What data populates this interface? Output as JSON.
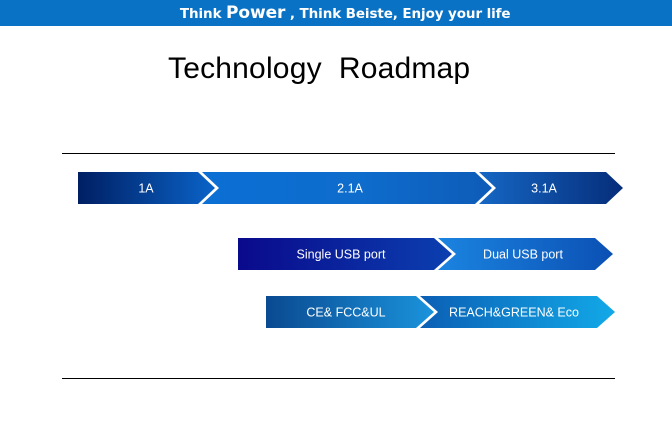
{
  "banner": {
    "prefix": "Think ",
    "emphasis": "Power",
    "suffix": " , Think Beiste, Enjoy your life",
    "background_color": "#0a72c4",
    "text_color": "#ffffff"
  },
  "title": "Technology  Roadmap",
  "rules": {
    "top_label": "top-divider-line",
    "bottom_label": "bottom-divider-line",
    "color": "#000000"
  },
  "chart_data": {
    "type": "diagram",
    "title": "Technology  Roadmap",
    "subtype": "chevron-roadmap",
    "rows": [
      {
        "name": "current-rating",
        "segments": [
          {
            "label": "1A",
            "start_color": "#001f63",
            "end_color": "#0a63c8"
          },
          {
            "label": "2.1A",
            "start_color": "#0b6fd4",
            "end_color": "#0e5bb8"
          },
          {
            "label": "3.1A",
            "start_color": "#1567c4",
            "end_color": "#062d7a"
          }
        ]
      },
      {
        "name": "usb-ports",
        "segments": [
          {
            "label": "Single USB port",
            "start_color": "#0a0a8c",
            "end_color": "#0b3fb0"
          },
          {
            "label": "Dual USB port",
            "start_color": "#1878d8",
            "end_color": "#0b55b8"
          }
        ]
      },
      {
        "name": "certifications",
        "segments": [
          {
            "label": "CE& FCC&UL",
            "start_color": "#0a4a91",
            "end_color": "#1a8fd8"
          },
          {
            "label": "REACH&GREEN& Eco",
            "start_color": "#0b5fb4",
            "end_color": "#12a9e8"
          }
        ]
      }
    ]
  }
}
